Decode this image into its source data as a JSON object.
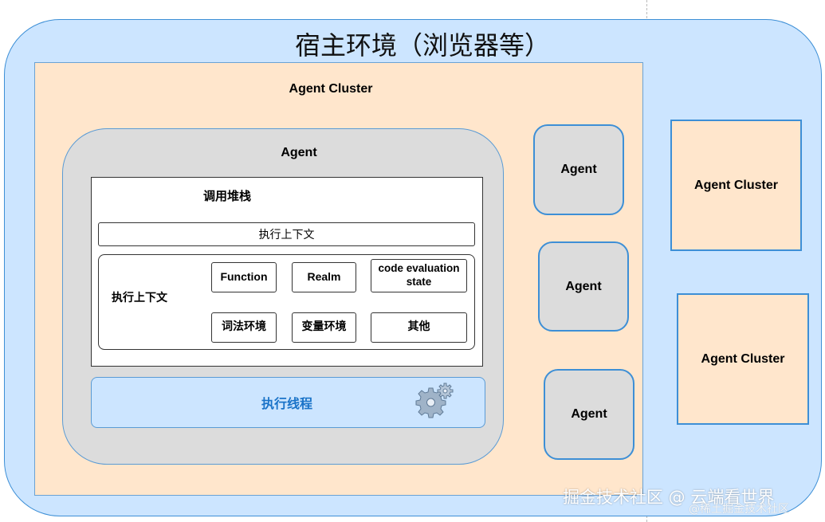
{
  "host": {
    "title": "宿主环境（浏览器等）"
  },
  "main_cluster": {
    "label": "Agent Cluster",
    "agent": {
      "label": "Agent",
      "call_stack": {
        "title": "调用堆栈",
        "context_bar": "执行上下文",
        "context_box": {
          "label": "执行上下文",
          "components": [
            "Function",
            "Realm",
            "code evaluation state",
            "词法环境",
            "变量环境",
            "其他"
          ]
        }
      },
      "thread": {
        "label": "执行线程",
        "icon": "gears-icon"
      }
    },
    "other_agents": [
      "Agent",
      "Agent",
      "Agent"
    ]
  },
  "side_clusters": [
    "Agent Cluster",
    "Agent Cluster"
  ],
  "watermark": {
    "main": "掘金技术社区 @ 云端看世界",
    "sub": "@稀土掘金技术社区"
  },
  "colors": {
    "host_fill": "#cce5ff",
    "cluster_fill": "#ffe6cc",
    "agent_fill": "#dcdcdc",
    "border_blue": "#3d8fd6",
    "thread_text": "#1a73c8"
  }
}
